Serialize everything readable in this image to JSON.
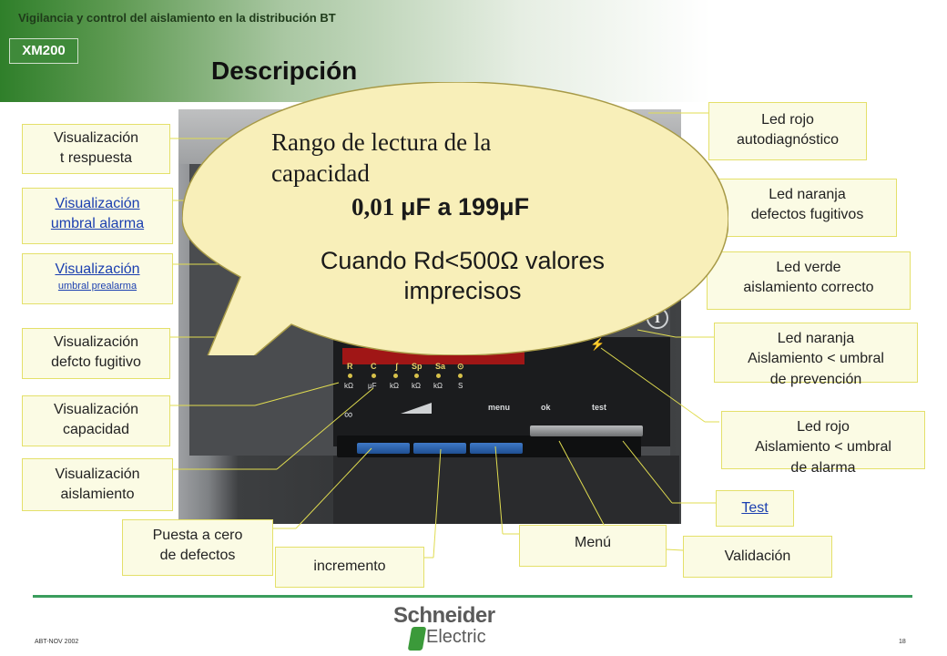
{
  "header": {
    "title": "Vigilancia y control del aislamiento en la distribución BT",
    "product_tag": "XM200",
    "page_title": "Descripción"
  },
  "device": {
    "indicators": [
      {
        "letter": "R",
        "unit": "kΩ"
      },
      {
        "letter": "C",
        "unit": "μF"
      },
      {
        "letter": "ʃ",
        "unit": "kΩ"
      },
      {
        "letter": "Sp",
        "unit": "kΩ"
      },
      {
        "letter": "Sa",
        "unit": "kΩ"
      },
      {
        "letter": "⊙",
        "unit": "S"
      }
    ],
    "button_labels": {
      "menu": "menu",
      "ok": "ok",
      "test": "test"
    },
    "info_symbol": "i",
    "brand_symbol": "∞"
  },
  "callouts": {
    "left": {
      "visual_respuesta": [
        "Visualización",
        "t respuesta"
      ],
      "visual_umbral_alarma": [
        "Visualización",
        "umbral alarma"
      ],
      "visual_umbral_prealarma": [
        "Visualización",
        "umbral prealarma"
      ],
      "visual_defecto_fugitivo": [
        "Visualización",
        "defcto fugitivo"
      ],
      "visual_capacidad": [
        "Visualización",
        "capacidad"
      ],
      "visual_aislamiento": [
        "Visualización",
        "aislamiento"
      ]
    },
    "right": {
      "led_rojo_auto": [
        "Led rojo",
        "autodiagnóstico"
      ],
      "led_naranja_fugitivos": [
        "Led naranja",
        "defectos fugitivos"
      ],
      "led_verde": [
        "Led verde",
        "aislamiento correcto"
      ],
      "led_naranja_prevencion": [
        "Led naranja",
        "Aislamiento < umbral",
        "de prevención"
      ],
      "led_rojo_alarma": [
        "Led rojo",
        "Aislamiento < umbral",
        "de alarma"
      ]
    },
    "bottom": {
      "test": "Test",
      "validacion": "Validación",
      "menu": "Menú",
      "incremento": "incremento",
      "puesta_cero": [
        "Puesta a cero",
        "de defectos"
      ]
    }
  },
  "bubble": {
    "line1": "Rango de lectura de la",
    "line2": "capacidad",
    "range_prefix": "0,01 ",
    "range_body": "μF a 199μF",
    "note_line1": "Cuando Rd<500Ω valores",
    "note_line2": "imprecisos"
  },
  "footer": {
    "date": "ABT-NOV 2002",
    "page": "18",
    "logo_top": "Schneider",
    "logo_bottom": "Electric"
  },
  "colors": {
    "accent_green": "#3f8a3a",
    "callout_fill": "#fbfbe4",
    "callout_border": "#e4e06a",
    "bubble_fill": "#f8efb9",
    "link_blue": "#1b3fb0",
    "footer_line": "#3a9d5d"
  }
}
